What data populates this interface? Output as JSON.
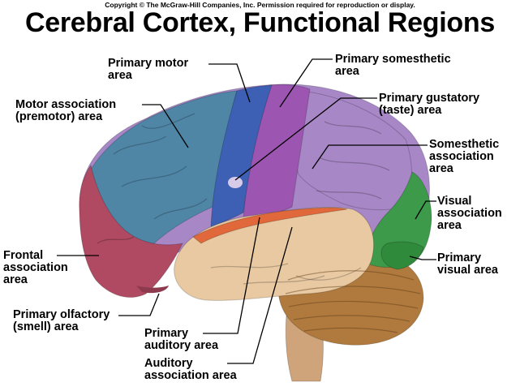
{
  "copyright": "Copyright © The McGraw-Hill Companies, Inc. Permission required for reproduction or display.",
  "title": "Cerebral Cortex, Functional Regions",
  "labels": {
    "primary_motor": [
      "Primary motor",
      "area"
    ],
    "primary_somesthetic": [
      "Primary somesthetic",
      "area"
    ],
    "motor_association": [
      "Motor association",
      "(premotor) area"
    ],
    "primary_gustatory": [
      "Primary gustatory",
      "(taste) area"
    ],
    "somesthetic_association": [
      "Somesthetic",
      "association",
      "area"
    ],
    "visual_association": [
      "Visual",
      "association",
      "area"
    ],
    "frontal_association": [
      "Frontal",
      "association",
      "area"
    ],
    "primary_visual": [
      "Primary",
      "visual area"
    ],
    "primary_olfactory": [
      "Primary olfactory",
      "(smell) area"
    ],
    "primary_auditory": [
      "Primary",
      "auditory area"
    ],
    "auditory_association": [
      "Auditory",
      "association area"
    ]
  },
  "colors": {
    "frontal_association": "#b04a62",
    "motor_association": "#4f86a6",
    "primary_motor": "#3d60b4",
    "primary_somesthetic": "#9c55b0",
    "somesthetic_association": "#a787c6",
    "visual_association": "#3c9a4a",
    "primary_visual": "#2f8a3c",
    "auditory_association": "#e8c9a2",
    "primary_auditory": "#e0683a",
    "cerebellum": "#b07a3e",
    "brainstem": "#cfa47a"
  }
}
